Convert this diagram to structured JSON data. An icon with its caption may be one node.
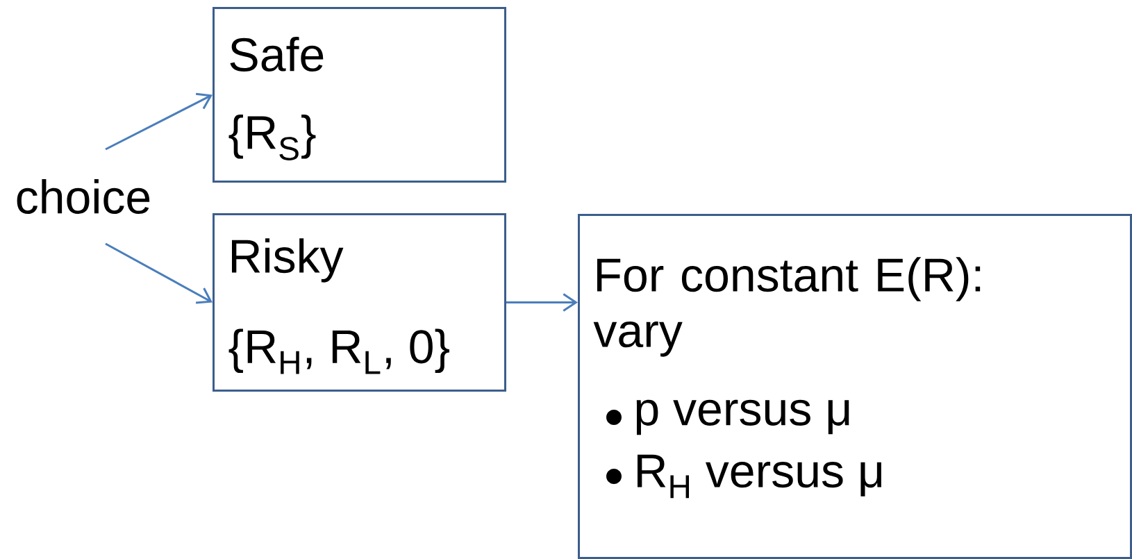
{
  "diagram": {
    "nodes": [
      {
        "text": [
          "choice"
        ]
      },
      {
        "text": [
          "Safe",
          "{R$_{S}$}"
        ]
      },
      {
        "text": [
          "Risky",
          "{R$_{H}$, R$_{L}$, 0}"
        ]
      },
      {
        "text": [
          "For constant E(R): vary",
          "p versus μ",
          "R$_{H}$ versus μ"
        ]
      }
    ],
    "edges": [
      {
        "from": 0,
        "to": 1,
        "arrow": "to"
      },
      {
        "from": 0,
        "to": 2,
        "arrow": "to"
      },
      {
        "from": 2,
        "to": 3,
        "arrow": "to"
      }
    ]
  }
}
